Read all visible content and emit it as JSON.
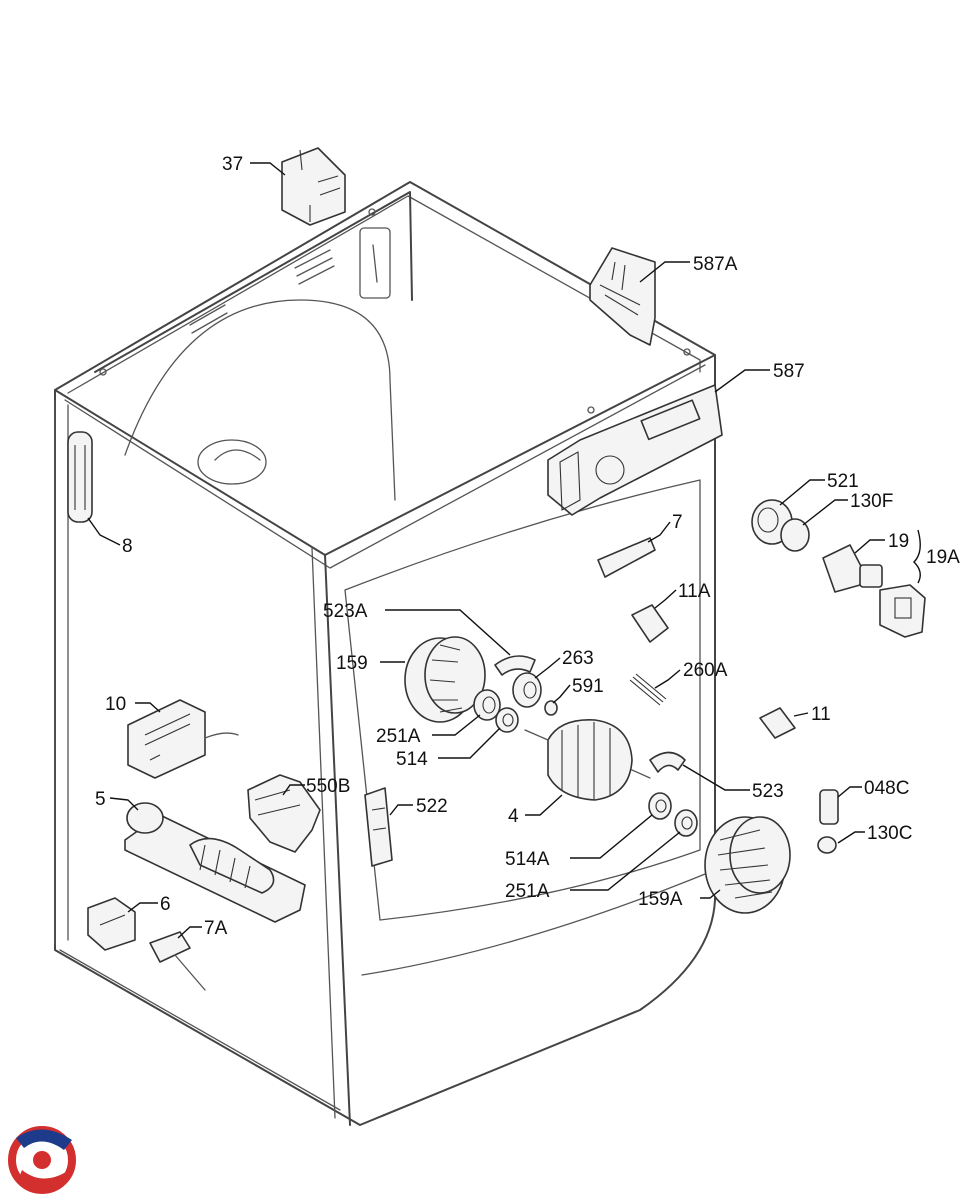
{
  "diagram": {
    "callouts": [
      {
        "id": "c37",
        "text": "37"
      },
      {
        "id": "c587a",
        "text": "587A"
      },
      {
        "id": "c587",
        "text": "587"
      },
      {
        "id": "c521",
        "text": "521"
      },
      {
        "id": "c130f",
        "text": "130F"
      },
      {
        "id": "c19",
        "text": "19"
      },
      {
        "id": "c19a",
        "text": "19A"
      },
      {
        "id": "c8",
        "text": "8"
      },
      {
        "id": "c7",
        "text": "7"
      },
      {
        "id": "c11a",
        "text": "11A"
      },
      {
        "id": "c523a",
        "text": "523A"
      },
      {
        "id": "c263",
        "text": "263"
      },
      {
        "id": "c159",
        "text": "159"
      },
      {
        "id": "c591",
        "text": "591"
      },
      {
        "id": "c260a",
        "text": "260A"
      },
      {
        "id": "c251a1",
        "text": "251A"
      },
      {
        "id": "c514_1",
        "text": "514"
      },
      {
        "id": "c11",
        "text": "11"
      },
      {
        "id": "c10",
        "text": "10"
      },
      {
        "id": "c523",
        "text": "523"
      },
      {
        "id": "c5",
        "text": "5"
      },
      {
        "id": "c550b",
        "text": "550B"
      },
      {
        "id": "c522",
        "text": "522"
      },
      {
        "id": "c4",
        "text": "4"
      },
      {
        "id": "c048c",
        "text": "048C"
      },
      {
        "id": "c130c",
        "text": "130C"
      },
      {
        "id": "c514a",
        "text": "514A"
      },
      {
        "id": "c251a2",
        "text": "251A"
      },
      {
        "id": "c159a",
        "text": "159A"
      },
      {
        "id": "c6",
        "text": "6"
      },
      {
        "id": "c7a",
        "text": "7A"
      }
    ]
  },
  "logo": {
    "colors": {
      "blue": "#1e3a8a",
      "red": "#d32f2f"
    }
  }
}
